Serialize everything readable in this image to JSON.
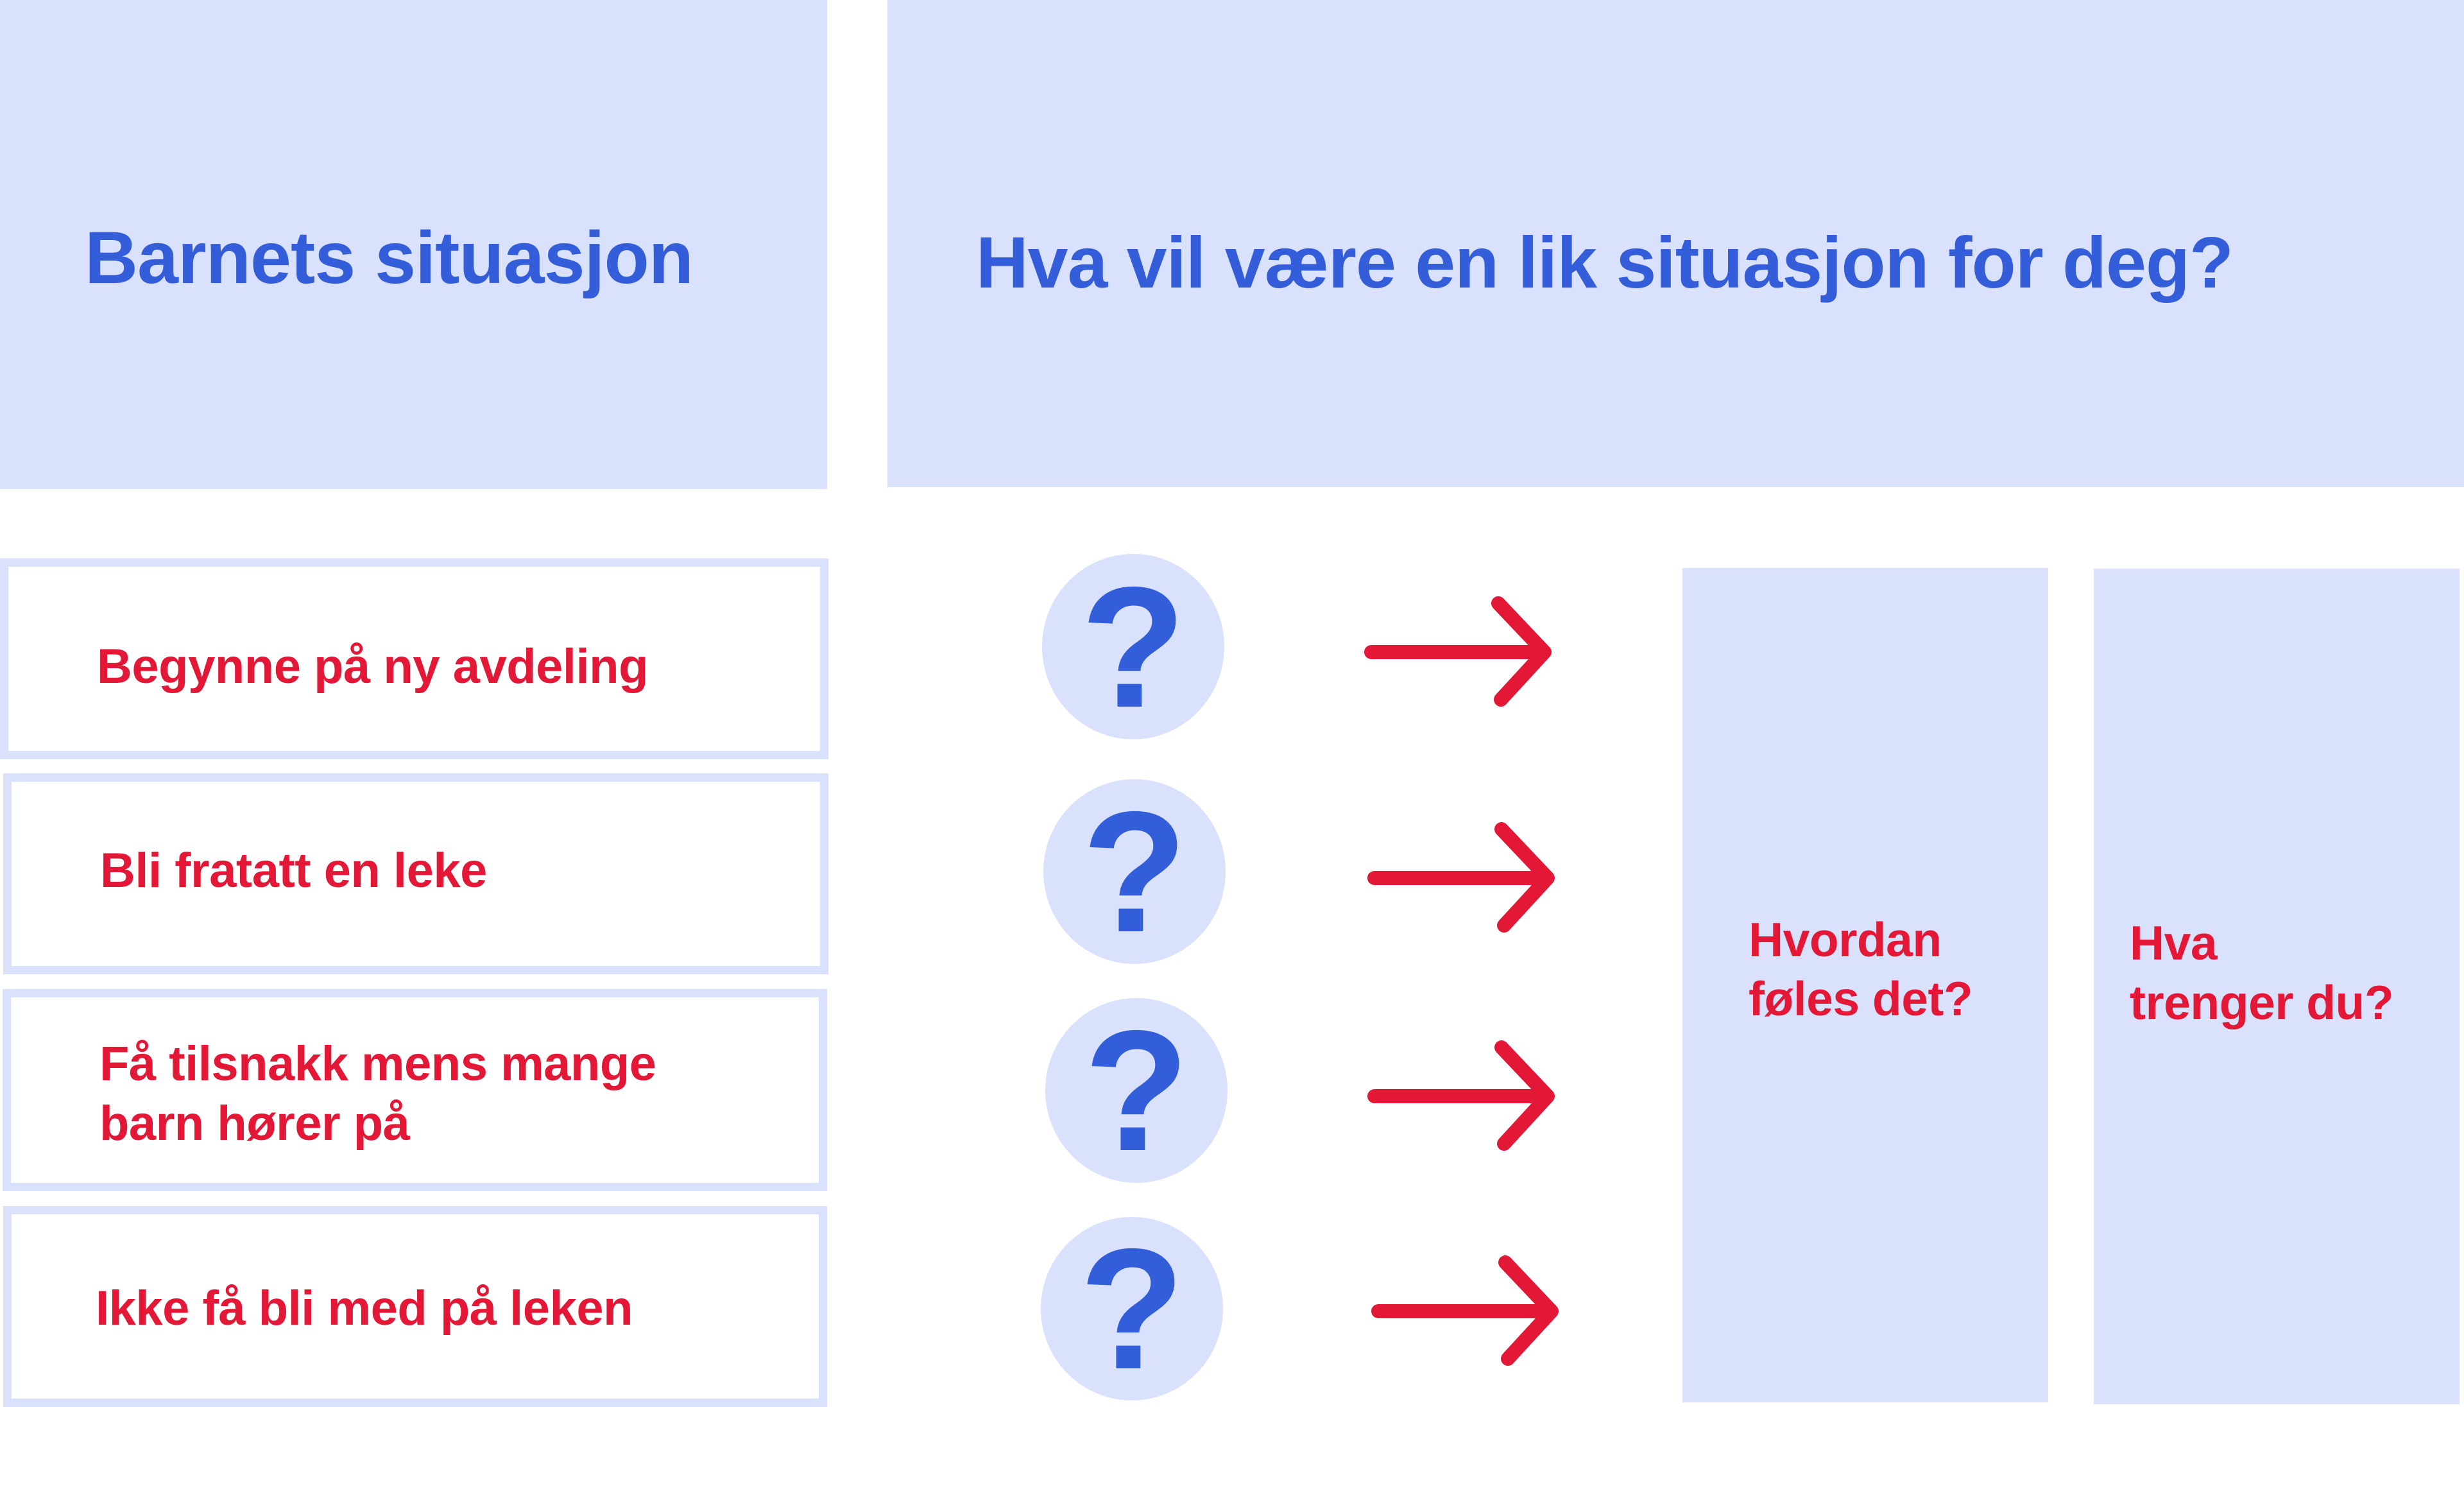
{
  "headers": {
    "left_title": "Barnets situasjon",
    "right_title": "Hva vil være en lik situasjon for deg?"
  },
  "situations": [
    {
      "line1": "Begynne på ny avdeling",
      "line2": ""
    },
    {
      "line1": "Bli fratatt en leke",
      "line2": ""
    },
    {
      "line1": "Få tilsnakk mens mange",
      "line2": "barn hører på"
    },
    {
      "line1": "Ikke få bli med på leken",
      "line2": ""
    }
  ],
  "question_mark": "?",
  "question_icon": "question-mark-circle-icon",
  "arrow_icon": "arrow-right-icon",
  "columns": [
    {
      "line1": "Hvordan",
      "line2": "føles det?"
    },
    {
      "line1": "Hva",
      "line2": "trenger du?"
    }
  ],
  "colors": {
    "panel_background": "#DAE1FD",
    "heading_blue": "#345ED9",
    "accent_red": "#E31837",
    "background": "#FFFFFF"
  }
}
